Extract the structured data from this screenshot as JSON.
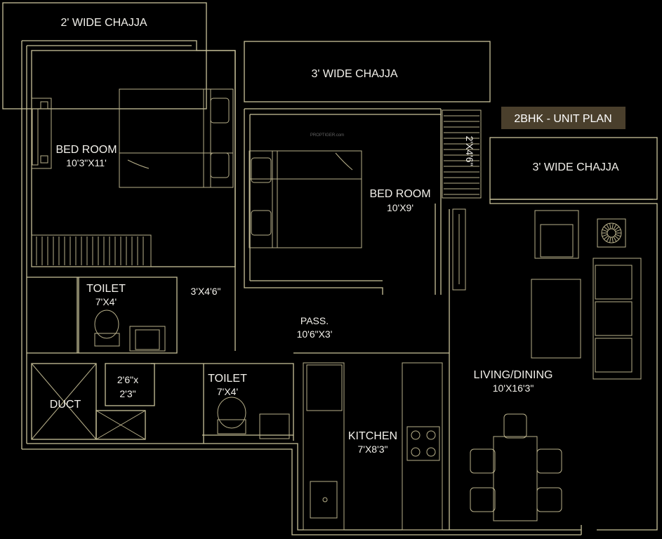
{
  "title": "2BHK - UNIT PLAN",
  "watermark": "PROPTIGER.com",
  "chajjas": {
    "top_left": "2' WIDE CHAJJA",
    "top_mid": "3' WIDE CHAJJA",
    "right": "3' WIDE CHAJJA"
  },
  "rooms": {
    "bedroom1": {
      "name": "BED ROOM",
      "size": "10'3\"X11'"
    },
    "bedroom2": {
      "name": "BED ROOM",
      "size": "10'X9'"
    },
    "toilet1": {
      "name": "TOILET",
      "size": "7'X4'"
    },
    "toilet2": {
      "name": "TOILET",
      "size": "7'X4'"
    },
    "pass": {
      "name": "PASS.",
      "size": "10'6\"X3'"
    },
    "kitchen": {
      "name": "KITCHEN",
      "size": "7'X8'3\""
    },
    "living": {
      "name": "LIVING/DINING",
      "size": "10'X16'3\""
    },
    "duct": {
      "name": "DUCT"
    },
    "store": {
      "line1": "2'6\"x",
      "line2": "2'3\""
    }
  },
  "dims": {
    "wardrobe_niche": "3'X4'6\"",
    "balcony_niche": "2'X4'6\""
  },
  "colors": {
    "background": "#000000",
    "walls": "#c9c29a",
    "title_chip": "#4a3f2c",
    "text": "#f2f0ea"
  }
}
